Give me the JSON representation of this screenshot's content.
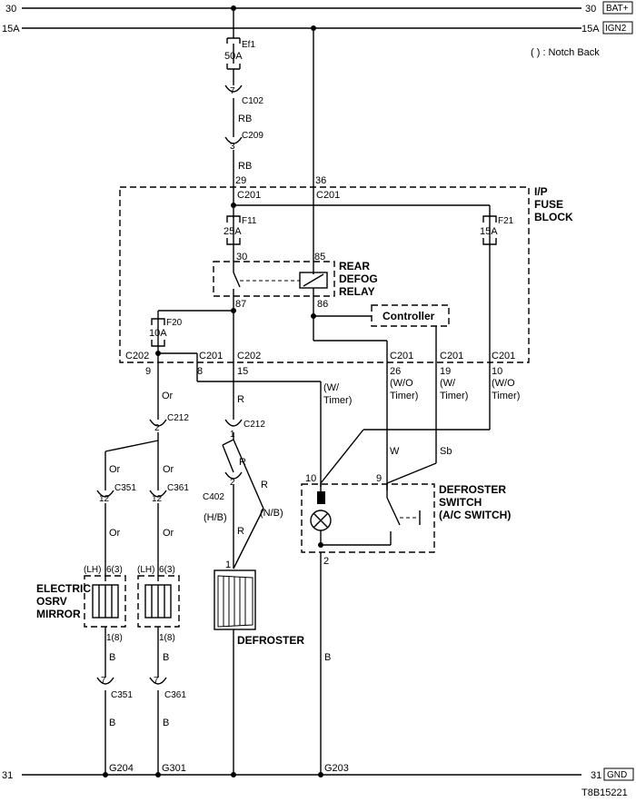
{
  "rails": {
    "bat": {
      "left": "30",
      "right": "30",
      "tag": "BAT+"
    },
    "ign": {
      "left": "15A",
      "right": "15A",
      "tag": "IGN2"
    },
    "gnd": {
      "left": "31",
      "right": "31",
      "tag": "GND"
    }
  },
  "legend": {
    "notch": "( ) : Notch Back"
  },
  "fuses": {
    "ef1": {
      "name": "Ef1",
      "rating": "50A"
    },
    "f11": {
      "name": "F11",
      "rating": "25A"
    },
    "f21": {
      "name": "F21",
      "rating": "15A"
    },
    "f20": {
      "name": "F20",
      "rating": "10A"
    }
  },
  "connectors": {
    "c102": {
      "pin": "7",
      "name": "C102"
    },
    "c209": {
      "pin": "3",
      "name": "C209"
    },
    "c201_left": {
      "pin": "29",
      "name": "C201"
    },
    "c201_mid": {
      "pin": "36",
      "name": "C201"
    },
    "c212_left": {
      "pin": "2",
      "name": "C212"
    },
    "c212_mid": {
      "pin": "1",
      "name": "C212"
    },
    "c402": {
      "pin": "2",
      "name": "C402"
    },
    "c351_top": {
      "pin": "12",
      "name": "C351"
    },
    "c361_top": {
      "pin": "12",
      "name": "C361"
    },
    "c351_bot": {
      "pin": "7",
      "name": "C351"
    },
    "c361_bot": {
      "pin": "7",
      "name": "C361"
    }
  },
  "wires": {
    "rb1": "RB",
    "rb2": "RB",
    "or1": "Or",
    "or2": "Or",
    "or3": "Or",
    "or4": "Or",
    "or5": "Or",
    "r1": "R",
    "r2": "R",
    "r3": "R",
    "r4": "R",
    "hb": "(H/B)",
    "nb": "(N/B)",
    "b1": "B",
    "b2": "B",
    "b3": "B",
    "b4": "B",
    "b5": "B",
    "w": "W",
    "sb": "Sb"
  },
  "fuse_block": {
    "line1": "I/P",
    "line2": "FUSE",
    "line3": "BLOCK"
  },
  "relay": {
    "line1": "REAR",
    "line2": "DEFOG",
    "line3": "RELAY",
    "pin30": "30",
    "pin85": "85",
    "pin87": "87",
    "pin86": "86"
  },
  "controller": {
    "label": "Controller"
  },
  "bottom_connectors": {
    "c202a": "C202",
    "c202a_pin": "9",
    "c201a": "C201",
    "c201a_pin": "8",
    "c202b": "C202",
    "c202b_pin": "15",
    "c201b": "C201",
    "c201b_pin": "26",
    "c201c": "C201",
    "c201c_pin": "19",
    "c201d": "C201",
    "c201d_pin": "10"
  },
  "annotations": {
    "w_timer_a1": "(W/",
    "w_timer_a2": "Timer)",
    "wo_timer_b1": "(W/O",
    "wo_timer_b2": "Timer)",
    "w_timer_c1": "(W/",
    "w_timer_c2": "Timer)",
    "wo_timer_d1": "(W/O",
    "wo_timer_d2": "Timer)"
  },
  "mirrors": {
    "left": {
      "lh": "(LH)",
      "pin_top": "6(3)",
      "pin_bot": "1(8)"
    },
    "right": {
      "lh": "(LH)",
      "pin_top": "6(3)",
      "pin_bot": "1(8)"
    },
    "label1": "ELECTRIC",
    "label2": "OSRV",
    "label3": "MIRROR"
  },
  "defroster": {
    "label": "DEFROSTER",
    "pin": "1"
  },
  "switch": {
    "line1": "DEFROSTER",
    "line2": "SWITCH",
    "line3": "(A/C SWITCH)",
    "pin10": "10",
    "pin9": "9",
    "pin2": "2"
  },
  "grounds": {
    "g204": "G204",
    "g301": "G301",
    "g203": "G203"
  },
  "diagram_id": "T8B15221"
}
